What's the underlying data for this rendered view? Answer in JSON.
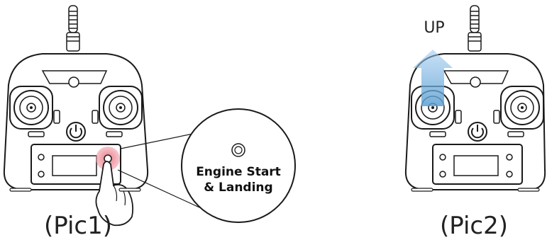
{
  "panels": [
    {
      "caption": "(Pic1)"
    },
    {
      "caption": "(Pic2)",
      "arrow_label": "UP"
    }
  ],
  "zoom_label": {
    "line1": "Engine Start",
    "line2": "& Landing"
  },
  "colors": {
    "outline": "#1a1a1a",
    "highlight": "#e8707e",
    "arrow": "#5b9ed1"
  }
}
